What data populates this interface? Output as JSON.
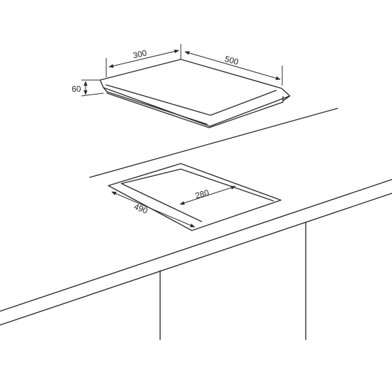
{
  "dimensions": {
    "hob_width": "300",
    "hob_depth": "500",
    "hob_height": "60",
    "cutout_depth": "280",
    "cutout_width": "490"
  },
  "colors": {
    "line": "#2a2a2a",
    "background": "#ffffff"
  }
}
